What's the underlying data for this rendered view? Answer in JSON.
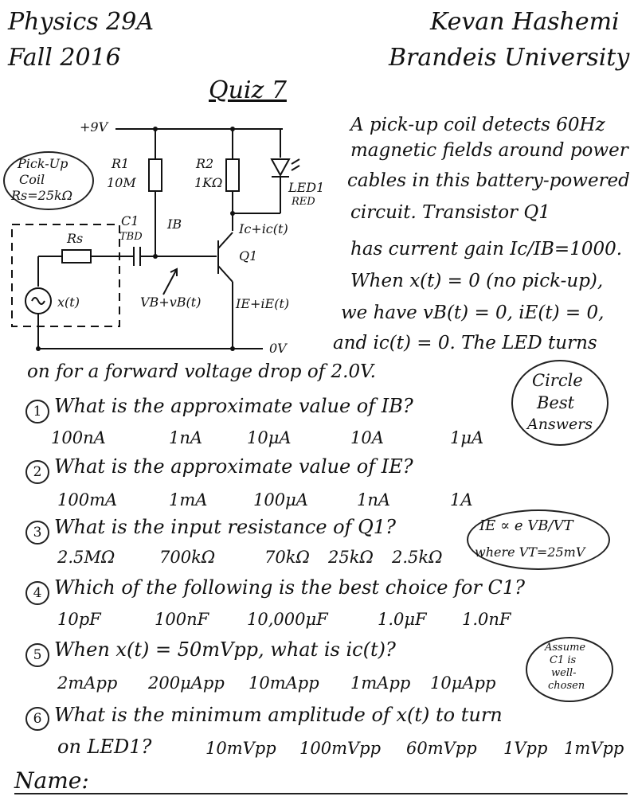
{
  "header": {
    "course": "Physics 29A",
    "term": "Fall 2016",
    "author": "Kevan Hashemi",
    "institution": "Brandeis University",
    "title": "Quiz 7"
  },
  "circuit": {
    "supply": "+9V",
    "ground": "0V",
    "coil_line1": "Pick-Up",
    "coil_line2": "Coil",
    "coil_line3": "Rs=25kΩ",
    "rs": "Rs",
    "r1_name": "R1",
    "r1_value": "10M",
    "r2_name": "R2",
    "r2_value": "1KΩ",
    "led_name": "LED1",
    "led_color": "RED",
    "c1_name": "C1",
    "c1_value": "TBD",
    "ib": "IB",
    "ic": "Ic+ic(t)",
    "ie": "IE+iE(t)",
    "vb": "VB+vB(t)",
    "q1": "Q1",
    "source": "x(t)"
  },
  "intro": [
    "A pick-up coil detects 60Hz",
    "magnetic fields around power",
    "cables in this battery-powered",
    "circuit. Transistor Q1",
    "has current gain Ic/IB=1000.",
    "When x(t) = 0 (no pick-up),",
    "we have vB(t) = 0, iE(t) = 0,",
    "and ic(t) = 0. The LED turns",
    "on for a forward voltage drop of 2.0V."
  ],
  "circle_note": [
    "Circle",
    "Best",
    "Answers"
  ],
  "formula_note": [
    "IE ∝ e VB/VT",
    "where VT=25mV"
  ],
  "assume_note": [
    "Assume",
    "C1 is",
    "well-",
    "chosen"
  ],
  "questions": [
    {
      "num": "1",
      "text": "What is the approximate value of IB?",
      "options": [
        "100nA",
        "1nA",
        "10μA",
        "10A",
        "1μA"
      ]
    },
    {
      "num": "2",
      "text": "What is the approximate value of IE?",
      "options": [
        "100mA",
        "1mA",
        "100μA",
        "1nA",
        "1A"
      ]
    },
    {
      "num": "3",
      "text": "What is the input resistance of Q1?",
      "options": [
        "2.5MΩ",
        "700kΩ",
        "70kΩ",
        "25kΩ",
        "2.5kΩ"
      ]
    },
    {
      "num": "4",
      "text": "Which of the following is the best choice for C1?",
      "options": [
        "10pF",
        "100nF",
        "10,000μF",
        "1.0μF",
        "1.0nF"
      ]
    },
    {
      "num": "5",
      "text": "When x(t) = 50mVpp, what is ic(t)?",
      "options": [
        "2mApp",
        "200μApp",
        "10mApp",
        "1mApp",
        "10μApp"
      ]
    },
    {
      "num": "6",
      "text": "What is the minimum amplitude of x(t) to turn",
      "text2": "on LED1?",
      "options": [
        "10mVpp",
        "100mVpp",
        "60mVpp",
        "1Vpp",
        "1mVpp"
      ]
    }
  ],
  "footer": {
    "name_label": "Name:"
  }
}
